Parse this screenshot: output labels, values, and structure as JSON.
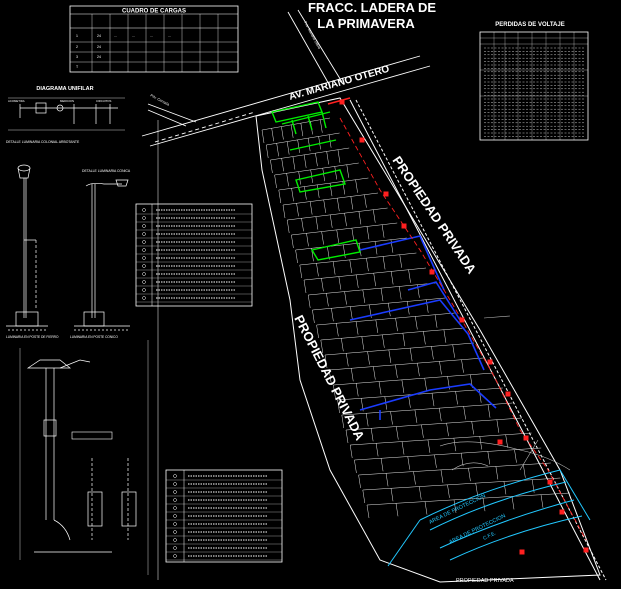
{
  "title": {
    "line1": "FRACC. LADERA DE",
    "line2": "LA PRIMAVERA"
  },
  "loads_table": {
    "title": "CUADRO DE CARGAS"
  },
  "voltage_table": {
    "title": "PERDIDAS DE VOLTAJE"
  },
  "unifilar": {
    "title": "DIAGRAMA UNIFILAR"
  },
  "lamp_details": {
    "left_title": "DETALLE LUMINARIA COLONIAL ARBOTANTE",
    "right_title": "DETALLE LUMINARIA CONICA",
    "left_caption": "LUMINARIA EN POSTE DE FIERRO",
    "right_caption": "LUMINARIA EN POSTE CONICO"
  },
  "streets": {
    "main_avenue": "AV. MARIANO OTERO",
    "side_street": "Priv. Mariano Otero",
    "short_street": "Priv. Cerrada"
  },
  "areas": {
    "private_right": "PROPIEDAD PRIVADA",
    "private_left": "PROPIEDAD PRIVADA",
    "private_bottom": "PROPIEDAD PRIVADA",
    "protection_1": "AREA DE PROTECCION",
    "protection_2": "AREA DE PROTECCION",
    "protection_sub": "C.F.E."
  },
  "colors": {
    "background": "#000000",
    "lines": "#ffffff",
    "green_lots": "#00ee00",
    "blue_circuit": "#1a3cff",
    "red_poles": "#ff2020",
    "cyan_area": "#22c8ff"
  }
}
